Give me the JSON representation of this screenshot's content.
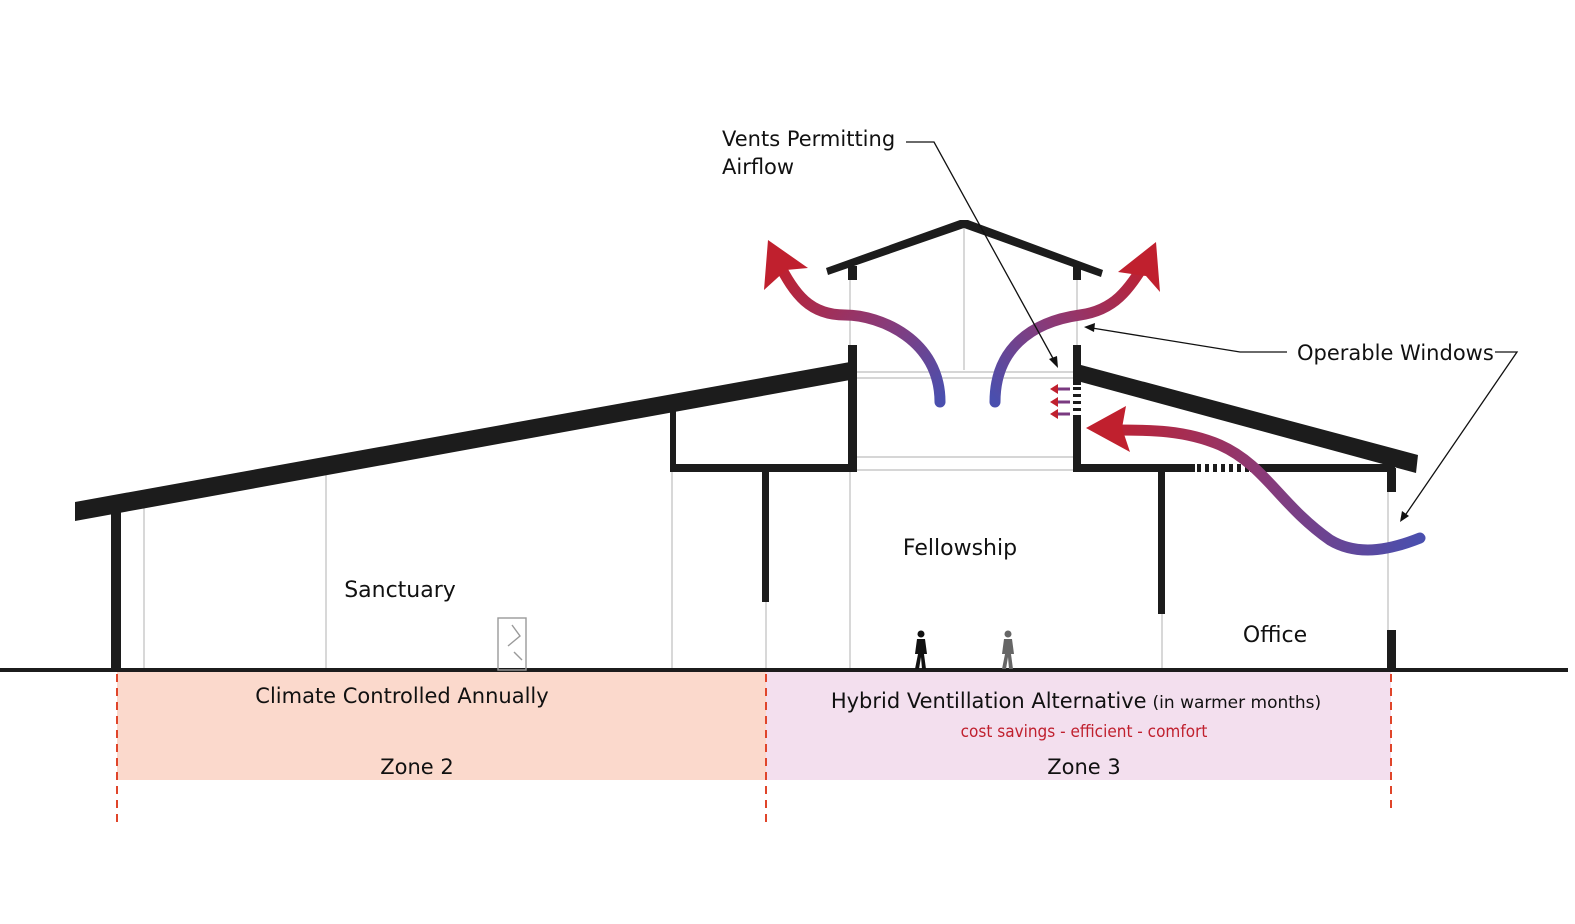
{
  "callouts": {
    "vents_line1": "Vents Permitting",
    "vents_line2": "Airflow",
    "operable_windows": "Operable Windows"
  },
  "rooms": {
    "sanctuary": "Sanctuary",
    "fellowship": "Fellowship",
    "office": "Office"
  },
  "zones": {
    "left": {
      "title": "Climate Controlled Annually",
      "name": "Zone 2",
      "color": "#fbd9cc"
    },
    "right": {
      "title": "Hybrid Ventillation Alternative",
      "title_suffix": "(in warmer months)",
      "benefits": "cost savings - efficient - comfort",
      "name": "Zone 3",
      "color": "#f3dfee"
    }
  },
  "colors": {
    "structure": "#1c1c1c",
    "warm_air": "#c0202e",
    "cool_air": "#4a4fae",
    "boundary": "#e0452a"
  },
  "icons": [
    "airflow-arrow",
    "person-figure",
    "door-icon",
    "vent-slats"
  ]
}
